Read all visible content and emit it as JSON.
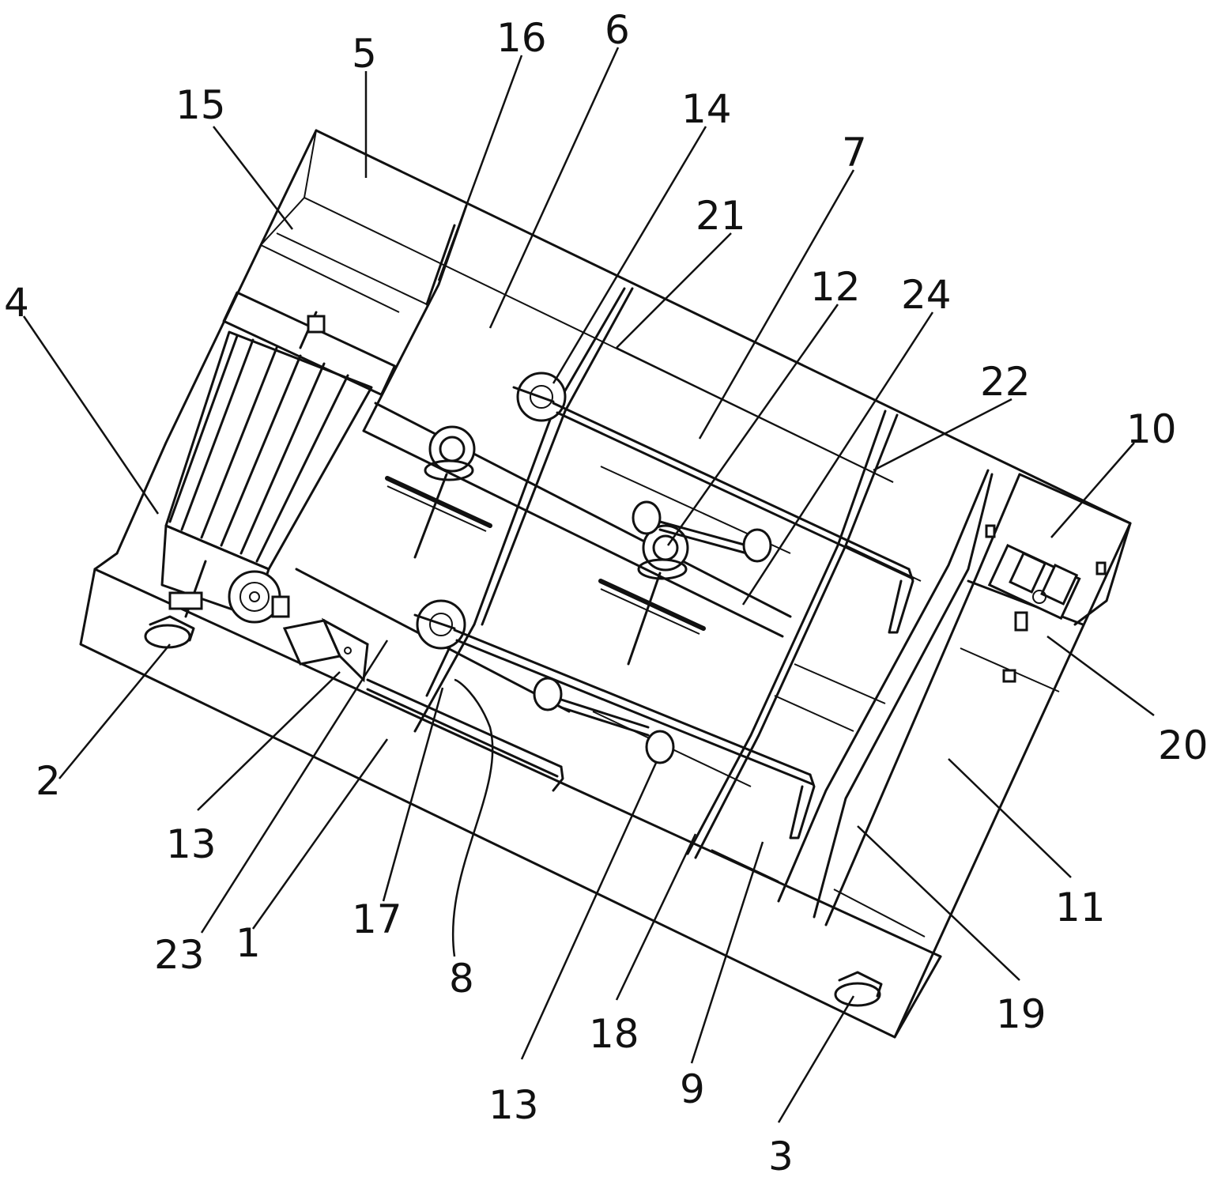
{
  "labels": {
    "l1": "1",
    "l2": "2",
    "l3": "3",
    "l4": "4",
    "l5": "5",
    "l6": "6",
    "l7": "7",
    "l8": "8",
    "l9": "9",
    "l10": "10",
    "l11": "11",
    "l12": "12",
    "l13a": "13",
    "l13b": "13",
    "l14": "14",
    "l15": "15",
    "l16": "16",
    "l17": "17",
    "l18": "18",
    "l19": "19",
    "l20": "20",
    "l21": "21",
    "l22": "22",
    "l23": "23",
    "l24": "24"
  }
}
